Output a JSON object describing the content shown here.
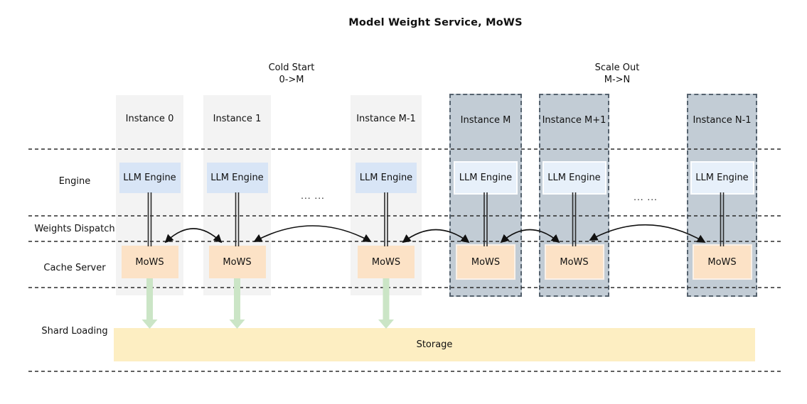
{
  "title": "Model Weight Service, MoWS",
  "annotations": {
    "cold_start": {
      "line1": "Cold Start",
      "line2": "0->M"
    },
    "scale_out": {
      "line1": "Scale Out",
      "line2": "M->N"
    },
    "ellipsis_left": "... ...",
    "ellipsis_right": "... ..."
  },
  "rows": {
    "engine": "Engine",
    "weights_dispatch": "Weights Dispatch",
    "cache_server": "Cache Server",
    "shard_loading": "Shard Loading"
  },
  "instances": [
    {
      "name": "Instance 0",
      "engine_label": "LLM Engine",
      "cache_label": "MoWS",
      "group": "cold-start"
    },
    {
      "name": "Instance 1",
      "engine_label": "LLM Engine",
      "cache_label": "MoWS",
      "group": "cold-start"
    },
    {
      "name": "Instance M-1",
      "engine_label": "LLM Engine",
      "cache_label": "MoWS",
      "group": "cold-start"
    },
    {
      "name": "Instance M",
      "engine_label": "LLM Engine",
      "cache_label": "MoWS",
      "group": "scale-out"
    },
    {
      "name": "Instance M+1",
      "engine_label": "LLM Engine",
      "cache_label": "MoWS",
      "group": "scale-out"
    },
    {
      "name": "Instance N-1",
      "engine_label": "LLM Engine",
      "cache_label": "MoWS",
      "group": "scale-out"
    }
  ],
  "storage": {
    "label": "Storage"
  },
  "colors": {
    "instance_bg_light": "#f3f3f3",
    "instance_bg_scaleout": "#c2ccd5",
    "instance_border_scaleout": "#55626e",
    "engine_box": "#d8e5f6",
    "engine_box_scaleout": "#e7f0fa",
    "mows_box": "#fce2c6",
    "storage_bar": "#fdeec2",
    "shard_arrow": "#cbe5c6",
    "connector": "#111111"
  }
}
